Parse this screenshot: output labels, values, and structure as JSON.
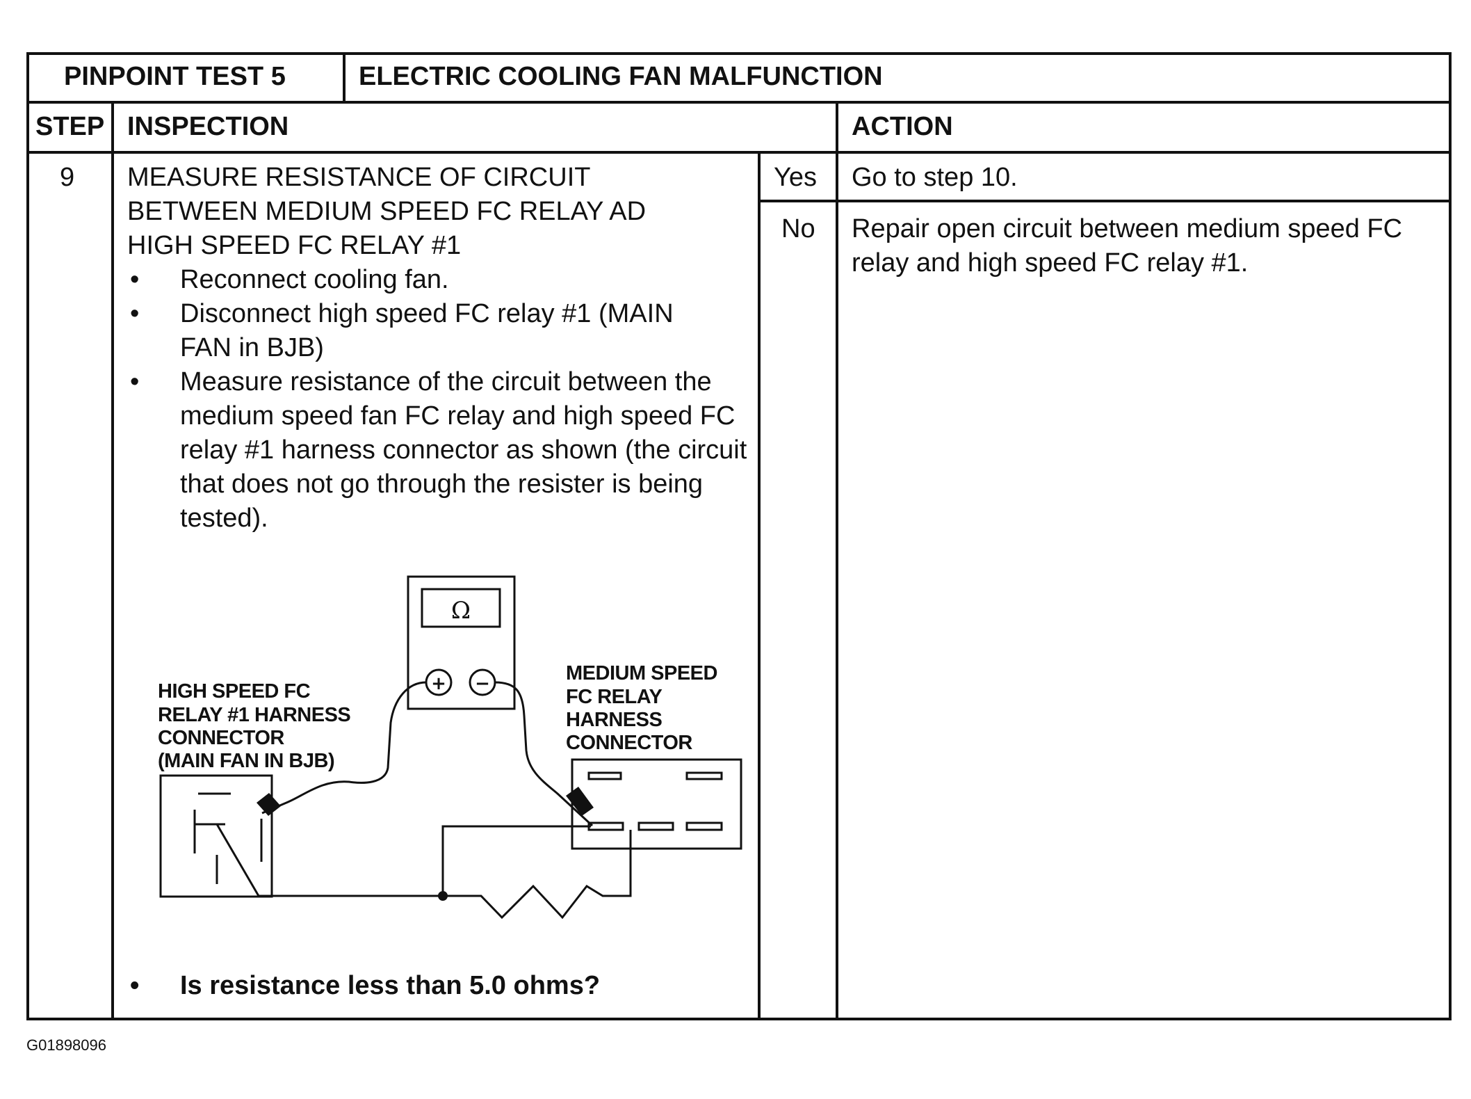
{
  "header": {
    "test_label": "PINPOINT TEST 5",
    "test_title": "ELECTRIC COOLING FAN MALFUNCTION"
  },
  "columns": {
    "step": "STEP",
    "inspection": "INSPECTION",
    "action": "ACTION"
  },
  "row": {
    "step": "9",
    "title_lines": [
      "MEASURE RESISTANCE OF CIRCUIT",
      "BETWEEN MEDIUM SPEED FC RELAY AD",
      "HIGH SPEED FC RELAY #1"
    ],
    "bullets": [
      "Reconnect cooling fan.",
      "Disconnect high speed FC relay #1 (MAIN FAN in BJB)",
      "Measure resistance of the circuit between the medium speed fan FC relay and high speed FC relay #1 harness connector as shown (the circuit that does not go through the resister is being tested)."
    ],
    "question": "Is resistance less than 5.0 ohms?",
    "answers": [
      {
        "answer": "Yes",
        "action": "Go to step 10."
      },
      {
        "answer": "No",
        "action": "Repair open circuit between medium speed FC relay and high speed FC relay #1."
      }
    ]
  },
  "diagram": {
    "meter_symbol": "Ω",
    "plus_symbol": "+",
    "minus_symbol": "−",
    "left_label_lines": [
      "HIGH SPEED FC",
      "RELAY #1 HARNESS",
      "CONNECTOR",
      "(MAIN FAN IN BJB)"
    ],
    "right_label_lines": [
      "MEDIUM SPEED",
      "FC RELAY",
      "HARNESS",
      "CONNECTOR"
    ]
  },
  "figure_code": "G01898096"
}
